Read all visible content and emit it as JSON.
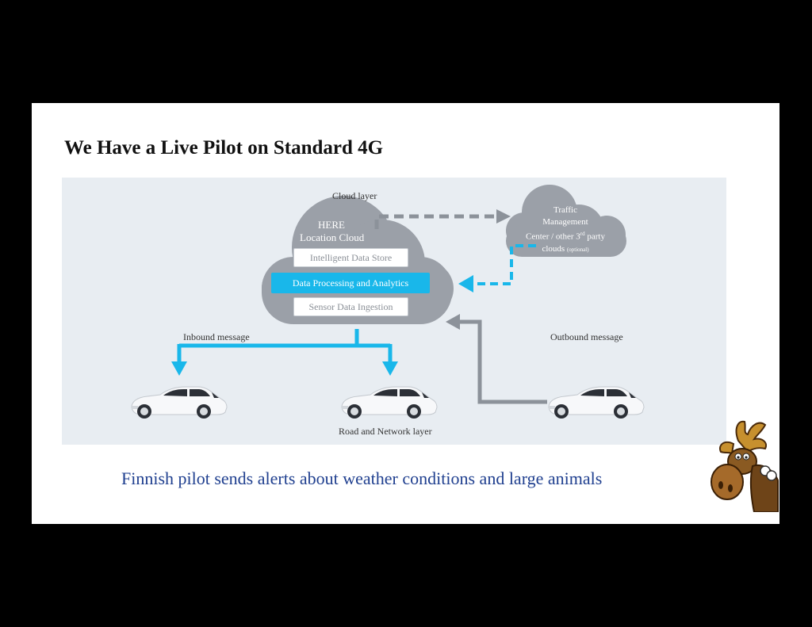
{
  "slide": {
    "title": "We Have a Live Pilot on Standard 4G",
    "caption": "Finnish pilot sends alerts about weather conditions and large animals"
  },
  "diagram": {
    "cloud_layer_label": "Cloud layer",
    "here_cloud": {
      "title_line1": "HERE",
      "title_line2": "Location Cloud",
      "components": [
        "Intelligent Data Store",
        "Data Processing and Analytics",
        "Sensor Data Ingestion"
      ]
    },
    "traffic_cloud": {
      "line1": "Traffic",
      "line2": "Management",
      "line3_prefix": "Center / other 3",
      "line3_sup": "rd",
      "line3_suffix": " party",
      "line4": "clouds",
      "line4_note": "(optional)"
    },
    "inbound_label": "Inbound message",
    "outbound_label": "Outbound message",
    "road_layer_label": "Road and Network layer",
    "colors": {
      "accent_blue": "#19b7ea",
      "cloud_gray": "#9ba0a8",
      "arrow_gray": "#8c929a",
      "background": "#e8edf2"
    },
    "icons": [
      "car-icon",
      "cloud-icon",
      "moose-icon"
    ]
  }
}
